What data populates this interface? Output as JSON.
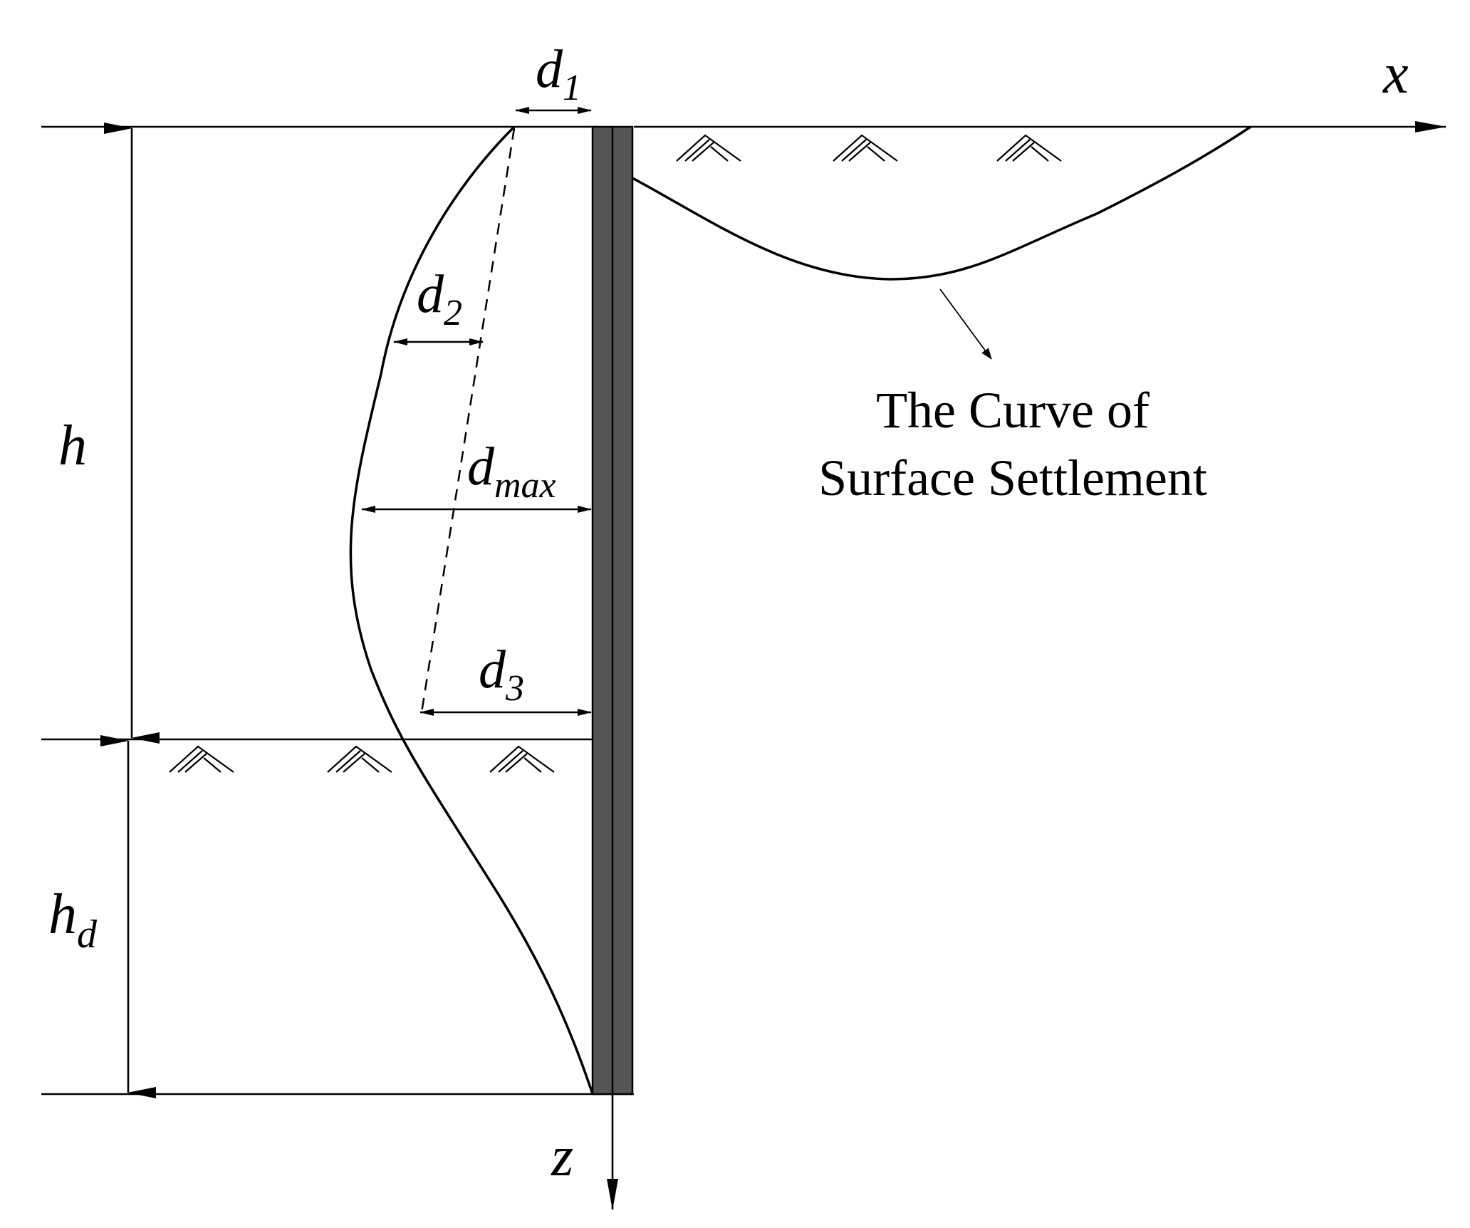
{
  "labels": {
    "d1": "d",
    "d1_sub": "1",
    "d2": "d",
    "d2_sub": "2",
    "dmax": "d",
    "dmax_sub": "max",
    "d3": "d",
    "d3_sub": "3",
    "h": "h",
    "hd": "h",
    "hd_sub": "d",
    "x_axis": "x",
    "z_axis": "z",
    "curve_label_line1": "The Curve of",
    "curve_label_line2": "Surface Settlement"
  },
  "colors": {
    "wall": "#555555",
    "line": "#000000"
  }
}
